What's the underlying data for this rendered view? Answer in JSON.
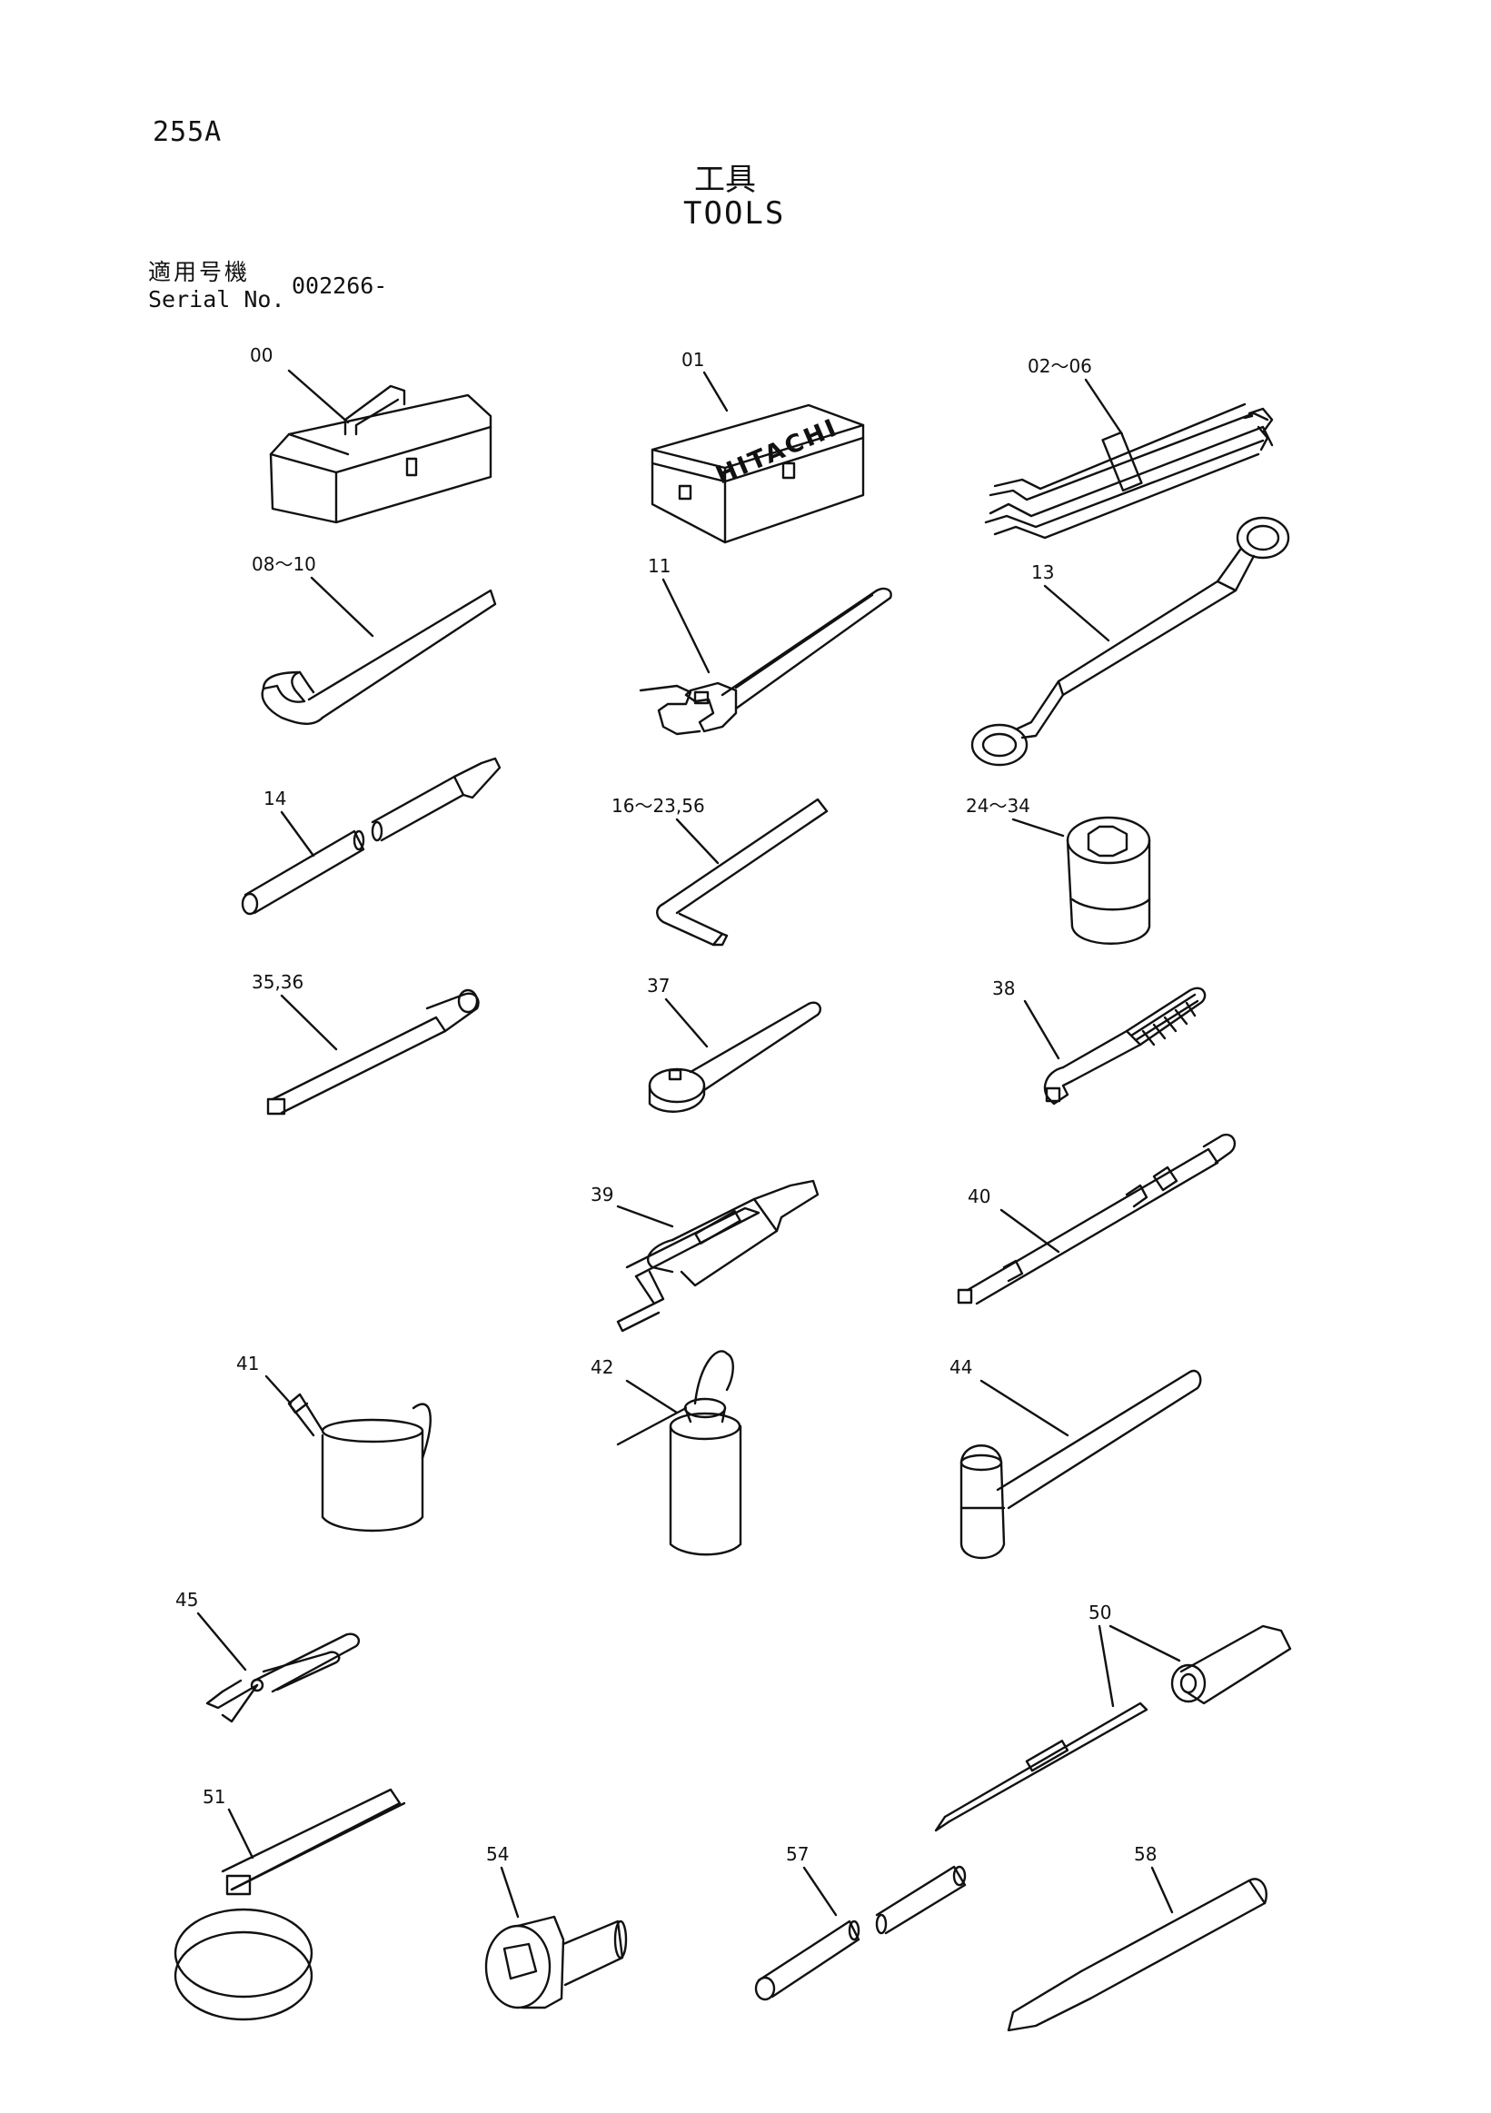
{
  "header": {
    "page_number": "255A",
    "title_jp": "工具",
    "title_en": "TOOLS",
    "serial_label_jp": "適用号機",
    "serial_label_en": "Serial No.",
    "serial_value": "002266-"
  },
  "toolbox_brand": "HITACHI",
  "parts": [
    {
      "label": "00",
      "icon": "toolbox-icon"
    },
    {
      "label": "01",
      "icon": "tool-case-icon"
    },
    {
      "label": "02～06",
      "icon": "combination-wrench-set-icon"
    },
    {
      "label": "08～10",
      "icon": "open-end-wrench-icon"
    },
    {
      "label": "11",
      "icon": "adjustable-wrench-icon"
    },
    {
      "label": "13",
      "icon": "offset-box-wrench-icon"
    },
    {
      "label": "14",
      "icon": "extension-bar-icon"
    },
    {
      "label": "16～23,56",
      "icon": "hex-key-icon"
    },
    {
      "label": "24～34",
      "icon": "socket-icon"
    },
    {
      "label": "35,36",
      "icon": "socket-extension-icon"
    },
    {
      "label": "37",
      "icon": "ratchet-handle-icon"
    },
    {
      "label": "38",
      "icon": "l-handle-icon"
    },
    {
      "label": "39",
      "icon": "grease-gun-icon"
    },
    {
      "label": "40",
      "icon": "torque-wrench-icon"
    },
    {
      "label": "41",
      "icon": "oil-jug-icon"
    },
    {
      "label": "42",
      "icon": "oil-can-icon"
    },
    {
      "label": "44",
      "icon": "hammer-icon"
    },
    {
      "label": "45",
      "icon": "pliers-icon"
    },
    {
      "label": "50",
      "icon": "screwdriver-icon"
    },
    {
      "label": "51",
      "icon": "filter-wrench-icon"
    },
    {
      "label": "54",
      "icon": "socket-adapter-icon"
    },
    {
      "label": "57",
      "icon": "pipe-icon"
    },
    {
      "label": "58",
      "icon": "chisel-icon"
    }
  ]
}
